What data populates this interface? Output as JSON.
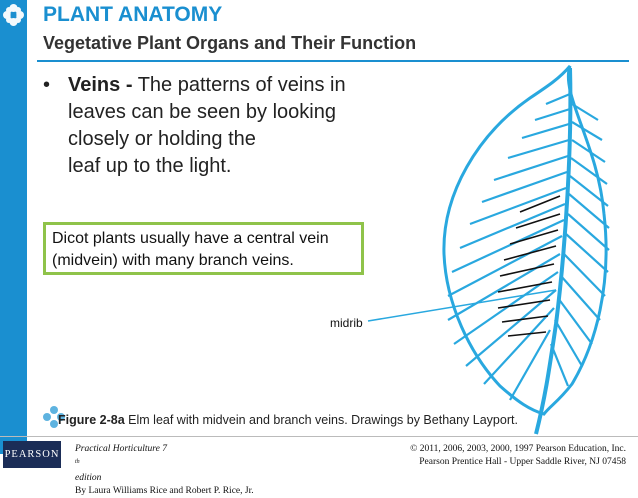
{
  "header": {
    "title": "PLANT ANATOMY",
    "subtitle": "Vegetative Plant Organs and Their Function"
  },
  "bullet": {
    "term": "Veins -",
    "lines": [
      "The patterns of veins in",
      "leaves can be seen by looking",
      "closely or holding the",
      "leaf up to the light."
    ]
  },
  "callout": {
    "lines": [
      "Dicot plants usually have a central vein",
      "(midvein) with many branch veins."
    ]
  },
  "figure": {
    "label": "midrib",
    "caption_ref": "Figure 2-8a",
    "caption_text": " Elm leaf with midvein and branch veins. Drawings by Bethany Layport."
  },
  "footer": {
    "logo": "PEARSON",
    "book_title": "Practical Horticulture 7",
    "book_sup": "th",
    "book_edition": " edition",
    "authors": "By Laura Williams Rice and Robert P. Rice, Jr.",
    "copyright": "© 2011, 2006, 2003, 2000, 1997 Pearson Education, Inc.",
    "publisher": "Pearson Prentice Hall - Upper Saddle River, NJ 07458"
  },
  "colors": {
    "accent_blue": "#1a8fd0",
    "callout_border": "#8fc34a",
    "leaf_vein": "#29a8df",
    "pearson_navy": "#1b2d57"
  }
}
